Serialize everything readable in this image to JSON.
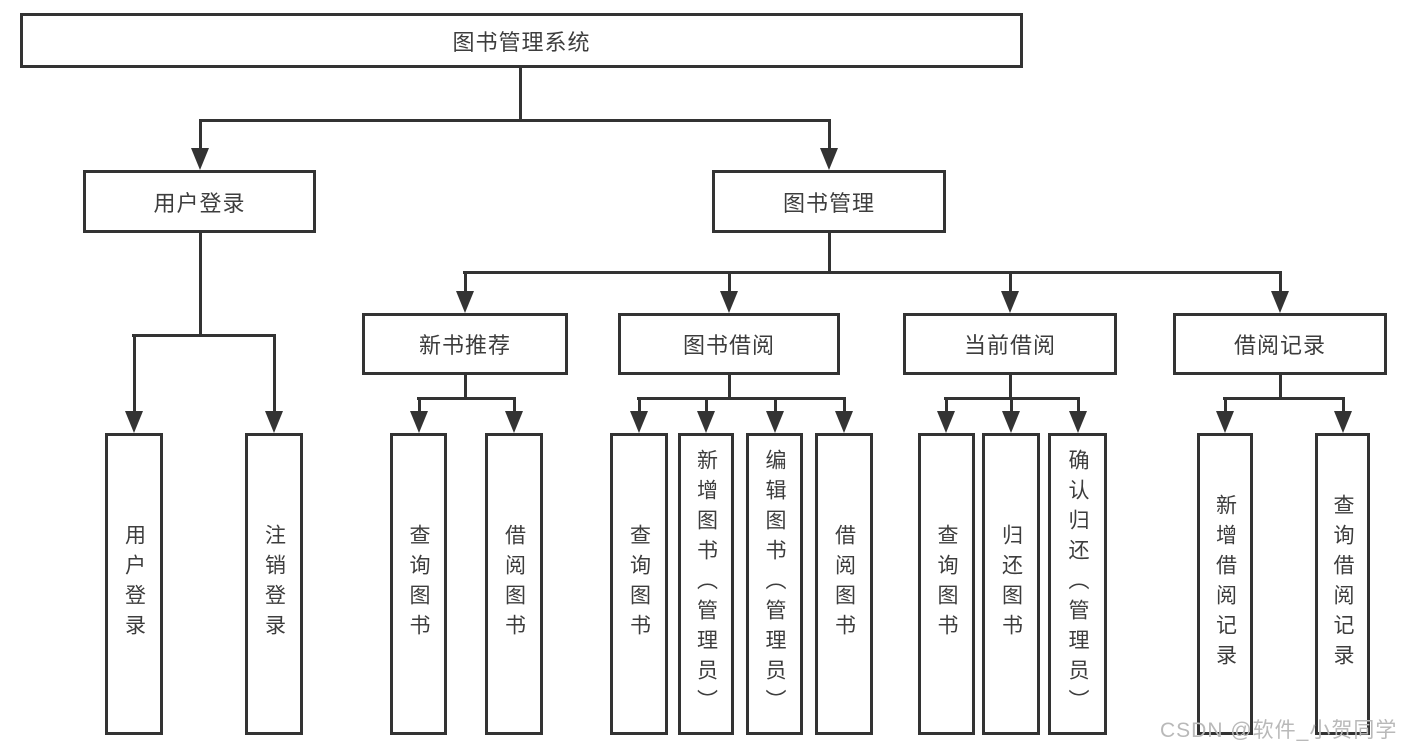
{
  "diagram": {
    "type": "hierarchy",
    "root": {
      "label": "图书管理系统"
    },
    "branches": [
      {
        "label": "用户登录",
        "children": [
          {
            "label": "用户登录"
          },
          {
            "label": "注销登录"
          }
        ]
      },
      {
        "label": "图书管理",
        "children": [
          {
            "label": "新书推荐",
            "children": [
              {
                "label": "查询图书"
              },
              {
                "label": "借阅图书"
              }
            ]
          },
          {
            "label": "图书借阅",
            "children": [
              {
                "label": "查询图书"
              },
              {
                "label": "新增图书（管理员）"
              },
              {
                "label": "编辑图书（管理员）"
              },
              {
                "label": "借阅图书"
              }
            ]
          },
          {
            "label": "当前借阅",
            "children": [
              {
                "label": "查询图书"
              },
              {
                "label": "归还图书"
              },
              {
                "label": "确认归还（管理员）"
              }
            ]
          },
          {
            "label": "借阅记录",
            "children": [
              {
                "label": "新增借阅记录"
              },
              {
                "label": "查询借阅记录"
              }
            ]
          }
        ]
      }
    ]
  },
  "watermark": {
    "text": "CSDN @软件_小贺同学"
  },
  "colors": {
    "line": "#333333",
    "text": "#3d3d3d",
    "box_background": "#ffffff",
    "watermark": "#b9b9b9",
    "page_background": "#ffffff"
  }
}
